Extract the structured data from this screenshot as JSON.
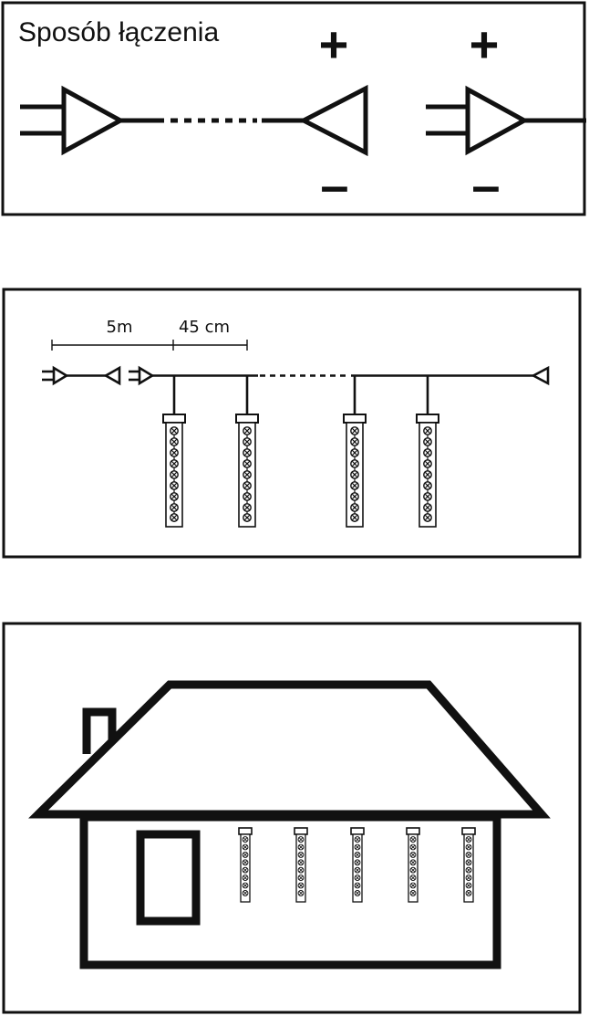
{
  "panel1": {
    "title": "Sposób łączenia",
    "plus_sign": "+",
    "minus_sign": "–"
  },
  "panel2": {
    "dim_lead": "5m",
    "dim_spacing": "45 cm"
  },
  "colors": {
    "stroke": "#111111",
    "background": "#ffffff"
  },
  "icons": [
    "plug-icon",
    "socket-icon",
    "icicle-light-icon",
    "house-icon",
    "chimney-icon",
    "window-icon"
  ]
}
